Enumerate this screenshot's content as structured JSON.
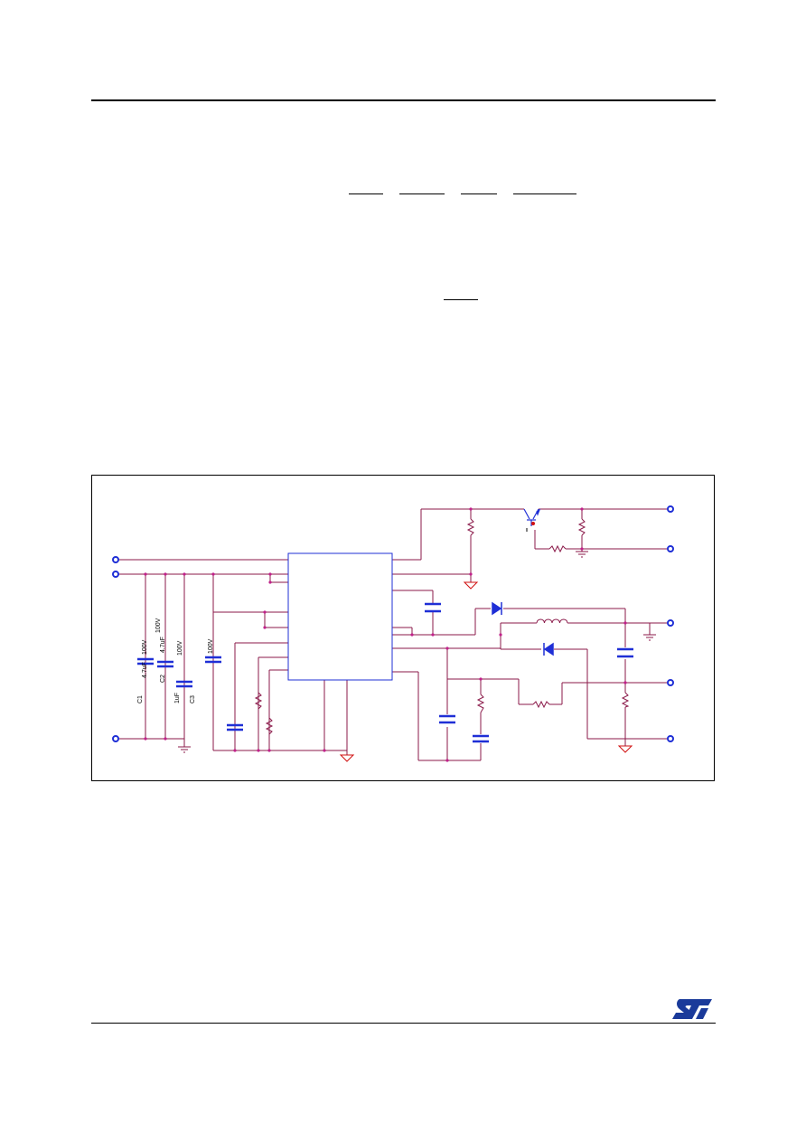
{
  "schematic": {
    "components": [
      {
        "ref": "C1",
        "value": "4.7uF",
        "rating": "100V"
      },
      {
        "ref": "C2",
        "value": "4.7uF",
        "rating": "100V"
      },
      {
        "ref": "C3",
        "value": "1uF",
        "rating": "100V"
      },
      {
        "ref": "",
        "value": "",
        "rating": "100V"
      }
    ]
  },
  "colors": {
    "wire": "#8b1a4a",
    "component": "#1f2fd6",
    "node": "#c0208a",
    "ground_red": "#d01010",
    "logo": "#1a3a9a"
  },
  "icons": {
    "logo": "st-logo-icon"
  }
}
